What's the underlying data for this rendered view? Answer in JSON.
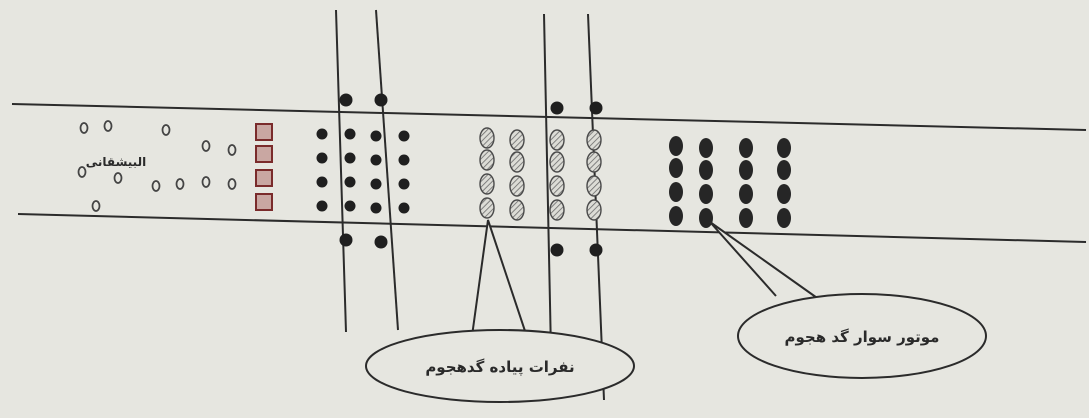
{
  "labels": {
    "left_group": "البيشقانی",
    "foot_callout": "نفرات پیاده گدهجوم",
    "motor_callout": "موتور سوار گد هجوم"
  },
  "colors": {
    "paper": "#e6e6e0",
    "ink": "#2b2b2b",
    "dot": "#1f1f1f",
    "hatched": "#777777",
    "square_fill": "#c9a7a2",
    "square_stroke": "#7a2b2b"
  },
  "icons": {
    "left_group": "hollow-circle",
    "squares": "square-marker",
    "solid": "solid-dot",
    "foot": "hatched-oval",
    "motor": "solid-oval"
  }
}
